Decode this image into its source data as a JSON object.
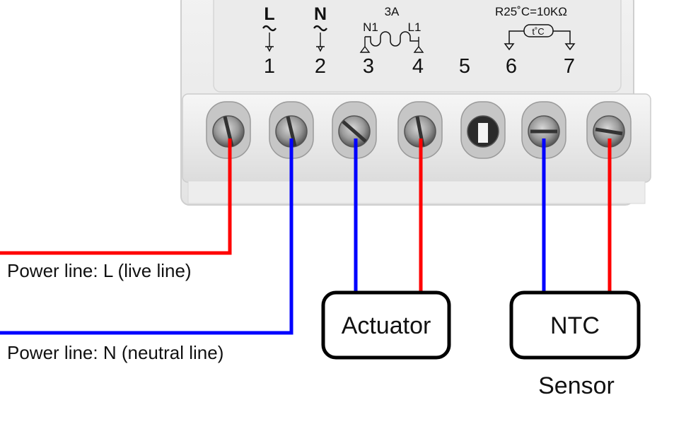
{
  "terminal_block": {
    "terminals": [
      {
        "number": "1",
        "symbol": "L"
      },
      {
        "number": "2",
        "symbol": "N"
      },
      {
        "number": "3",
        "symbol": "N1"
      },
      {
        "number": "4",
        "symbol": "L1"
      },
      {
        "number": "5",
        "symbol": ""
      },
      {
        "number": "6",
        "symbol": ""
      },
      {
        "number": "7",
        "symbol": ""
      }
    ],
    "relay_rating": "3A",
    "ntc_spec": "R25˚C=10KΩ",
    "ntc_symbol_text": "t˚C"
  },
  "wires": {
    "live_color": "#ff0000",
    "neutral_color": "#0000ff"
  },
  "labels": {
    "power_l": "Power line: L (live line)",
    "power_n": "Power line: N (neutral line)",
    "actuator": "Actuator",
    "ntc": "NTC",
    "sensor": "Sensor"
  }
}
